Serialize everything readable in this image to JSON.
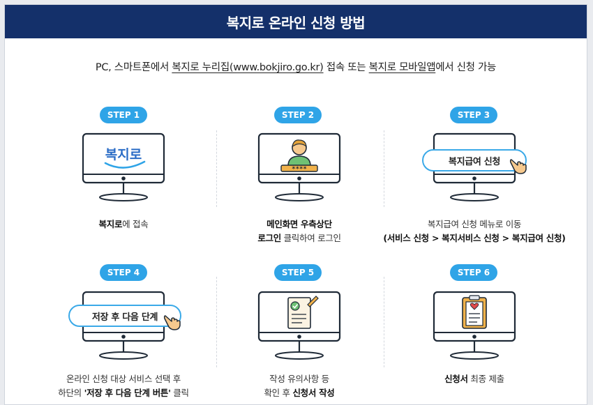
{
  "header": {
    "title": "복지로 온라인 신청 방법"
  },
  "intro": {
    "part1": "PC, 스마트폰에서 ",
    "link1": "복지로 누리집(www.bokjiro.go.kr)",
    "part2": " 접속 또는 ",
    "link2": "복지로 모바일앱",
    "part3": "에서 신청 가능"
  },
  "steps": [
    {
      "badge": "STEP 1",
      "logo_text": "복지로",
      "caption_bold": "복지로",
      "caption_rest": "에 접속"
    },
    {
      "badge": "STEP 2",
      "password_mask": "****",
      "line1_bold": "메인화면 우측상단",
      "line2_bold": "로그인",
      "line2_rest": " 클릭하여 로그인"
    },
    {
      "badge": "STEP 3",
      "pill_label": "복지급여 신청",
      "line1": "복지급여 신청 메뉴로 이동",
      "line2_bold": "(서비스 신청 > 복지서비스 신청 > 복지급여 신청)"
    },
    {
      "badge": "STEP 4",
      "pill_label": "저장 후  다음 단계",
      "line1": "온라인 신청 대상 서비스 선택 후",
      "line2_pre": "하단의 ",
      "line2_bold": "'저장 후 다음 단계 버튼'",
      "line2_rest": " 클릭"
    },
    {
      "badge": "STEP 5",
      "line1": "작성 유의사항 등",
      "line2_pre": "확인 후 ",
      "line2_bold": "신청서 작성"
    },
    {
      "badge": "STEP 6",
      "caption_bold": "신청서",
      "caption_rest": " 최종 제출"
    }
  ],
  "colors": {
    "header": "#14306a",
    "badge": "#2fa4e7",
    "pill_border": "#3aa9e8"
  }
}
